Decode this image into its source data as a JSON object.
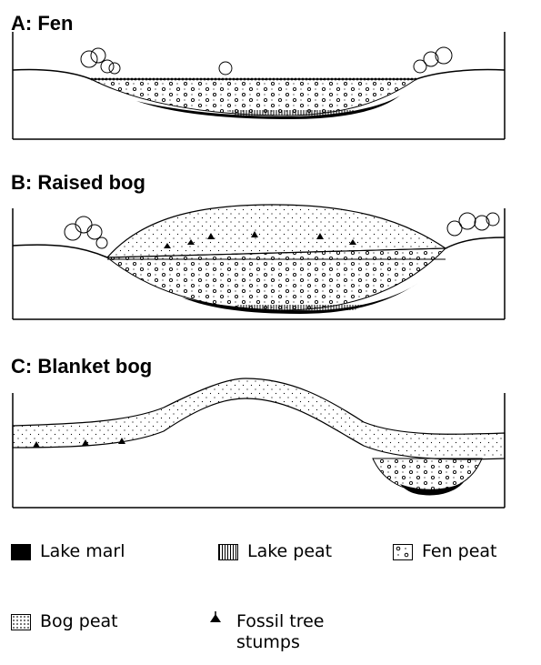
{
  "panels": [
    {
      "id": "fen",
      "title": "A: Fen"
    },
    {
      "id": "raised",
      "title": "B: Raised bog"
    },
    {
      "id": "blanket",
      "title": "C: Blanket bog"
    }
  ],
  "legend": {
    "lake_marl": "Lake marl",
    "lake_peat": "Lake peat",
    "fen_peat": "Fen peat",
    "bog_peat": "Bog peat",
    "fossil_tree_stumps_line1": "Fossil tree",
    "fossil_tree_stumps_line2": "stumps"
  },
  "colors": {
    "ink": "#000000",
    "paper": "#ffffff"
  }
}
